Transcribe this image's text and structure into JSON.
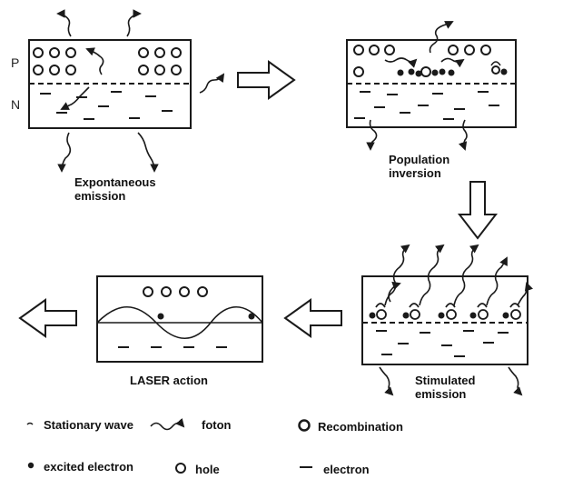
{
  "panels": {
    "spontaneous": {
      "label_line1": "Expontaneous",
      "label_line2": "emission"
    },
    "inversion": {
      "label_line1": "Population",
      "label_line2": "inversion"
    },
    "stimulated": {
      "label_line1": "Stimulated",
      "label_line2": "emission"
    },
    "laser": {
      "label": "LASER action"
    }
  },
  "junction": {
    "p_label": "P",
    "n_label": "N"
  },
  "legend": {
    "stationary_wave": "Stationary wave",
    "foton": "foton",
    "recombination": "Recombination",
    "excited_electron": "excited electron",
    "hole": "hole",
    "electron": "electron"
  },
  "colors": {
    "ink": "#1a1a1a"
  }
}
